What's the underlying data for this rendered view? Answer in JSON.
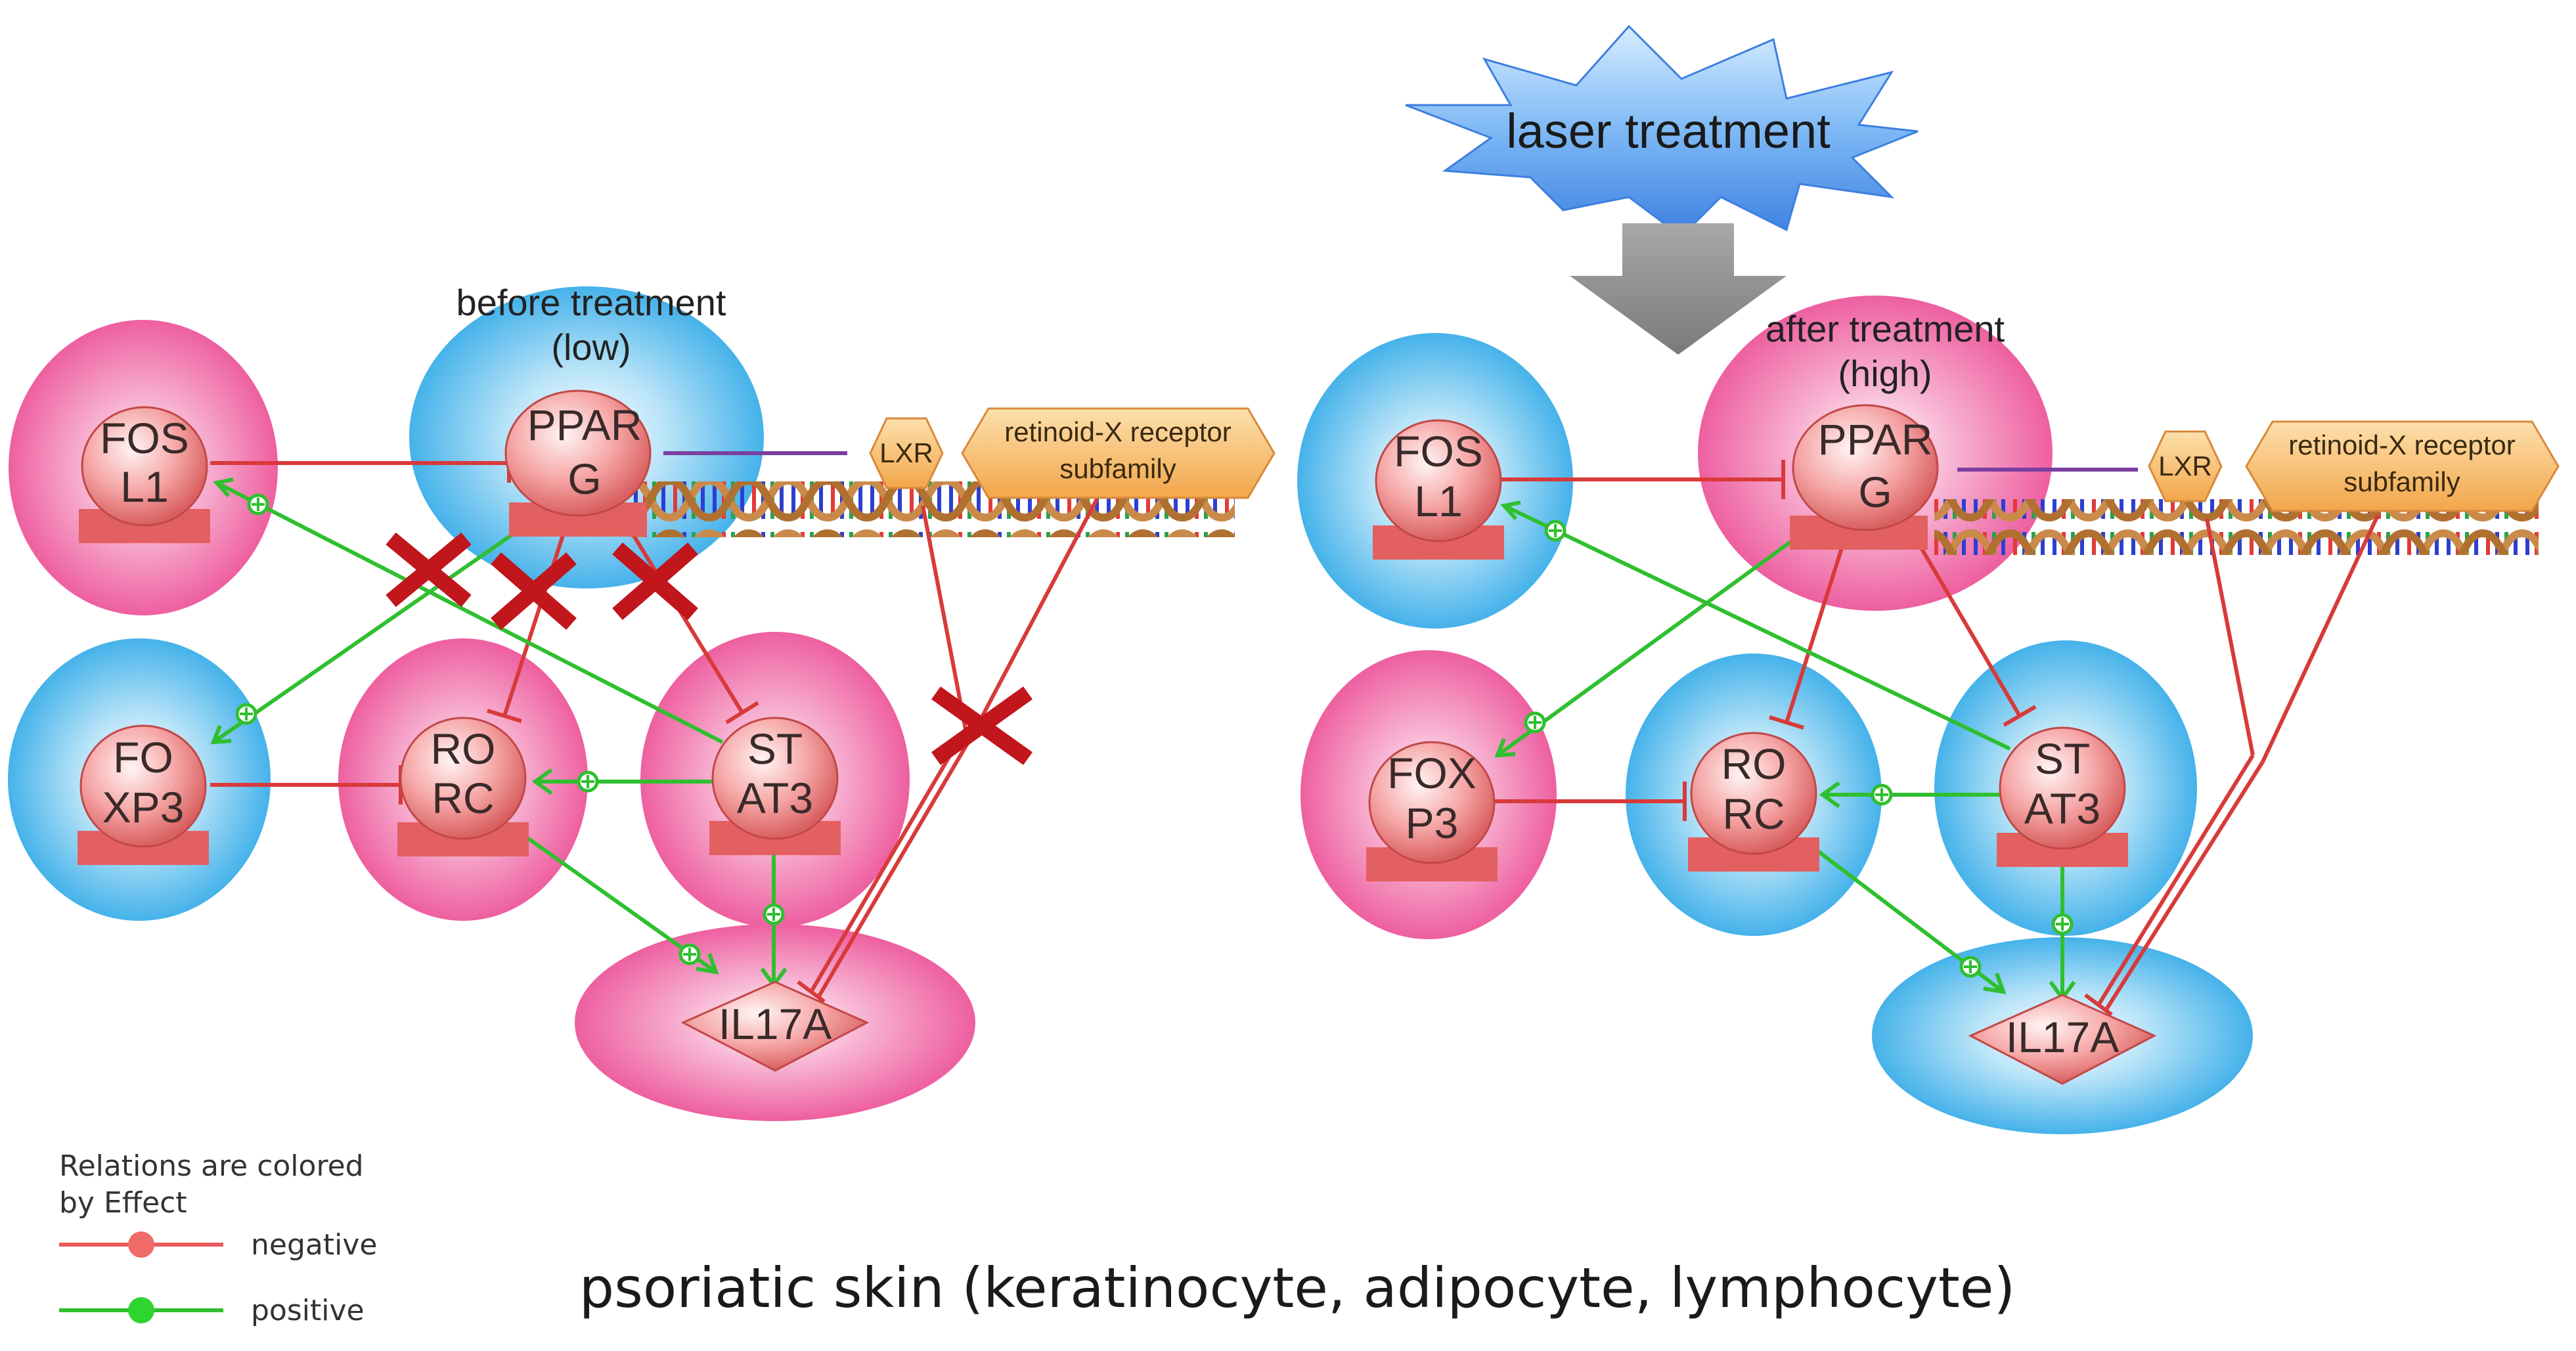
{
  "treatment": {
    "label": "laser treatment"
  },
  "left_panel": {
    "title": "before treatment",
    "level": "(low)",
    "nodes": {
      "fosl1": [
        "FOS",
        "L1"
      ],
      "pparg": [
        "PPAR",
        "G"
      ],
      "foxp3": [
        "FO",
        "XP3"
      ],
      "rorc": [
        "RO",
        "RC"
      ],
      "stat3": [
        "ST",
        "AT3"
      ],
      "il17a": "IL17A"
    },
    "lxr": "LXR",
    "rxr": [
      "retinoid-X receptor",
      "subfamily"
    ]
  },
  "right_panel": {
    "title": "after treatment",
    "level": "(high)",
    "nodes": {
      "fosl1": [
        "FOS",
        "L1"
      ],
      "pparg": [
        "PPAR",
        "G"
      ],
      "foxp3": [
        "FOX",
        "P3"
      ],
      "rorc": [
        "RO",
        "RC"
      ],
      "stat3": [
        "ST",
        "AT3"
      ],
      "il17a": "IL17A"
    },
    "lxr": "LXR",
    "rxr": [
      "retinoid-X receptor",
      "subfamily"
    ]
  },
  "legend": {
    "title_line1": "Relations are colored",
    "title_line2": "by Effect",
    "negative": "negative",
    "positive": "positive"
  },
  "caption": "psoriatic skin (keratinocyte, adipocyte, lymphocyte)",
  "colors": {
    "negative": "#d83a3a",
    "positive": "#2fbf2f",
    "halo_pink": "#f06aa8",
    "halo_blue": "#4fb8ee",
    "node_fill": "#f4a3a3",
    "hexagon": "#f5b763",
    "arrow_gray": "#8a8a8a",
    "burst": "#5b9cf0"
  }
}
